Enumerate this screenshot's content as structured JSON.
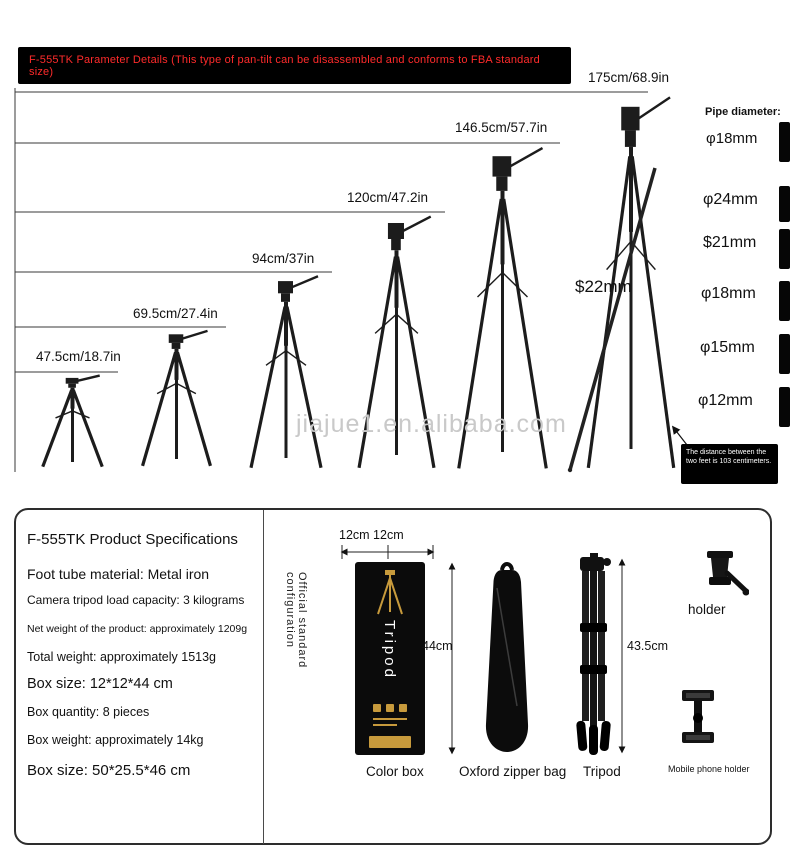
{
  "banner": {
    "text": "F-555TK Parameter Details (This type of pan-tilt can be disassembled and conforms to FBA standard size)"
  },
  "height_chart": {
    "type": "size-comparison",
    "heights": [
      {
        "cm": 47.5,
        "label": "47.5cm/18.7in"
      },
      {
        "cm": 69.5,
        "label": "69.5cm/27.4in"
      },
      {
        "cm": 94,
        "label": "94cm/37in"
      },
      {
        "cm": 120,
        "label": "120cm/47.2in"
      },
      {
        "cm": 146.5,
        "label": "146.5cm/57.7in"
      },
      {
        "cm": 175,
        "label": "175cm/68.9in"
      }
    ],
    "pipe_diameter_title": "Pipe diameter:",
    "pipe_diameters": [
      "φ18mm",
      "φ24mm",
      "$21mm",
      "φ18mm",
      "φ15mm",
      "φ12mm"
    ],
    "monopod_diameter": "$22mm",
    "foot_distance_note": "The distance between the two feet is 103 centimeters.",
    "watermark": "jiajue1.en.alibaba.com"
  },
  "specifications": {
    "title": "F-555TK Product Specifications",
    "items": [
      "Foot tube material: Metal iron",
      "Camera tripod load capacity: 3 kilograms",
      "Net weight of the product: approximately 1209g",
      "Total weight: approximately 1513g",
      "Box size: 12*12*44 cm",
      "Box quantity: 8 pieces",
      "Box weight: approximately 14kg",
      "Box size: 50*25.5*46 cm"
    ],
    "side_label": "Official standard configuration"
  },
  "package_contents": {
    "color_box": {
      "label": "Color box",
      "print_text": "Tripod",
      "width_label": "12cm 12cm",
      "height_label": "44cm"
    },
    "bag": {
      "label": "Oxford zipper bag"
    },
    "tripod": {
      "label": "Tripod",
      "height_label": "43.5cm"
    },
    "holder": {
      "label": "holder"
    },
    "phone_holder": {
      "label": "Mobile phone holder"
    }
  },
  "colors": {
    "banner_text": "#ff2b2b",
    "background": "#ffffff",
    "box_gold": "#c79a3c"
  }
}
